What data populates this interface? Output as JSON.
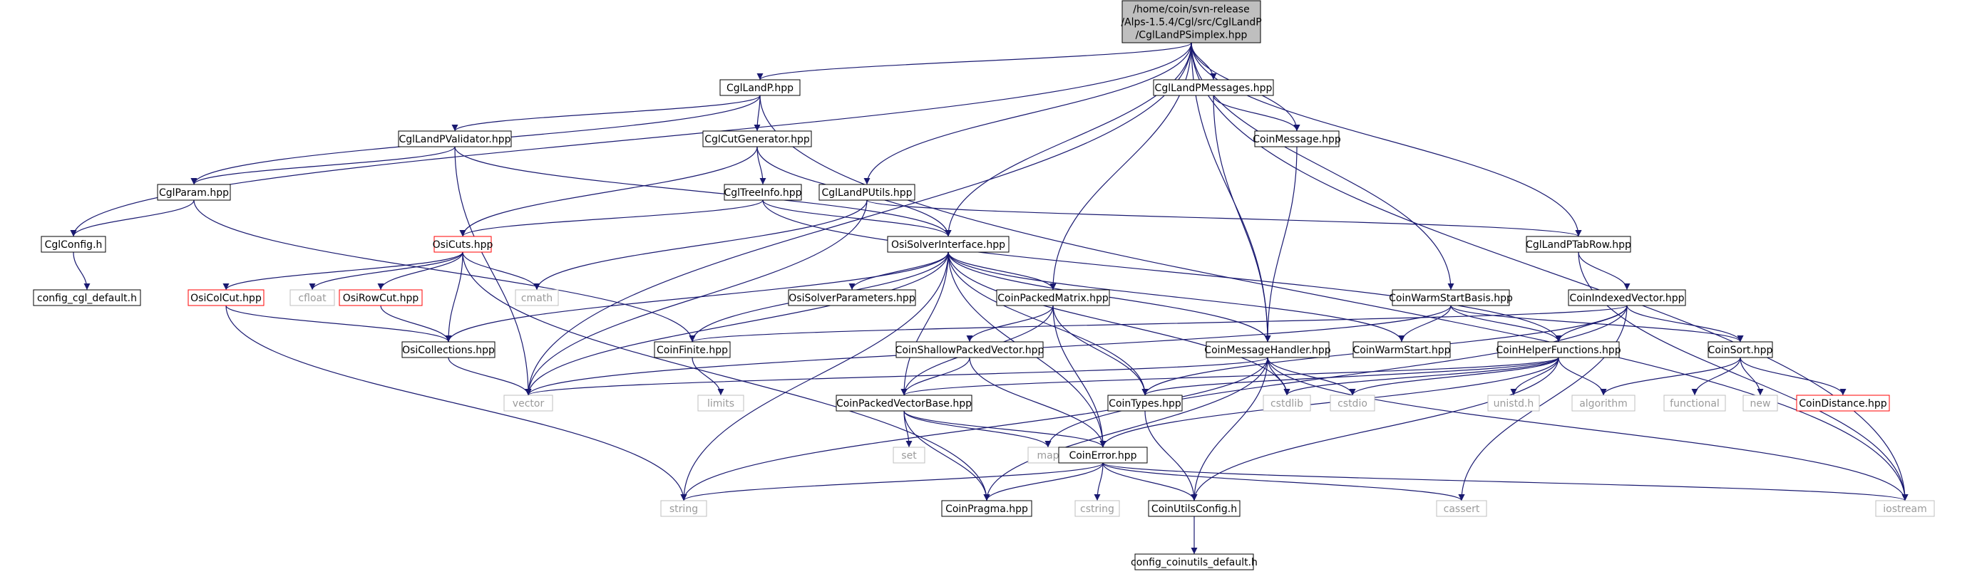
{
  "colors": {
    "edge": "#191970",
    "box_border": "#000000",
    "root_fill": "#bfbfbf",
    "missing_border": "#ff0000",
    "system_border": "#bfbfbf"
  },
  "nodes": [
    {
      "id": "root",
      "kind": "root",
      "lines": [
        "/home/coin/svn-release",
        "/Alps-1.5.4/Cgl/src/CglLandP",
        "/CglLandPSimplex.hpp"
      ]
    },
    {
      "id": "CglLandP",
      "kind": "doc",
      "lines": [
        "CglLandP.hpp"
      ]
    },
    {
      "id": "CglLandPMessages",
      "kind": "doc",
      "lines": [
        "CglLandPMessages.hpp"
      ]
    },
    {
      "id": "CglLandPValidator",
      "kind": "doc",
      "lines": [
        "CglLandPValidator.hpp"
      ]
    },
    {
      "id": "CglCutGenerator",
      "kind": "doc",
      "lines": [
        "CglCutGenerator.hpp"
      ]
    },
    {
      "id": "CoinMessage",
      "kind": "doc",
      "lines": [
        "CoinMessage.hpp"
      ]
    },
    {
      "id": "CglParam",
      "kind": "doc",
      "lines": [
        "CglParam.hpp"
      ]
    },
    {
      "id": "CglTreeInfo",
      "kind": "doc",
      "lines": [
        "CglTreeInfo.hpp"
      ]
    },
    {
      "id": "CglLandPUtils",
      "kind": "doc",
      "lines": [
        "CglLandPUtils.hpp"
      ]
    },
    {
      "id": "CglConfig",
      "kind": "doc",
      "lines": [
        "CglConfig.h"
      ]
    },
    {
      "id": "OsiCuts",
      "kind": "missing",
      "lines": [
        "OsiCuts.hpp"
      ]
    },
    {
      "id": "OsiSolverInterface",
      "kind": "doc",
      "lines": [
        "OsiSolverInterface.hpp"
      ]
    },
    {
      "id": "CglLandPTabRow",
      "kind": "doc",
      "lines": [
        "CglLandPTabRow.hpp"
      ]
    },
    {
      "id": "config_cgl_default",
      "kind": "doc",
      "lines": [
        "config_cgl_default.h"
      ]
    },
    {
      "id": "OsiColCut",
      "kind": "missing",
      "lines": [
        "OsiColCut.hpp"
      ]
    },
    {
      "id": "cfloat",
      "kind": "system",
      "lines": [
        "cfloat"
      ]
    },
    {
      "id": "OsiRowCut",
      "kind": "missing",
      "lines": [
        "OsiRowCut.hpp"
      ]
    },
    {
      "id": "cmath",
      "kind": "system",
      "lines": [
        "cmath"
      ]
    },
    {
      "id": "OsiSolverParameters",
      "kind": "doc",
      "lines": [
        "OsiSolverParameters.hpp"
      ]
    },
    {
      "id": "CoinPackedMatrix",
      "kind": "doc",
      "lines": [
        "CoinPackedMatrix.hpp"
      ]
    },
    {
      "id": "CoinWarmStartBasis",
      "kind": "doc",
      "lines": [
        "CoinWarmStartBasis.hpp"
      ]
    },
    {
      "id": "CoinIndexedVector",
      "kind": "doc",
      "lines": [
        "CoinIndexedVector.hpp"
      ]
    },
    {
      "id": "OsiCollections",
      "kind": "doc",
      "lines": [
        "OsiCollections.hpp"
      ]
    },
    {
      "id": "CoinFinite",
      "kind": "doc",
      "lines": [
        "CoinFinite.hpp"
      ]
    },
    {
      "id": "CoinShallowPackedVector",
      "kind": "doc",
      "lines": [
        "CoinShallowPackedVector.hpp"
      ]
    },
    {
      "id": "CoinMessageHandler",
      "kind": "doc",
      "lines": [
        "CoinMessageHandler.hpp"
      ]
    },
    {
      "id": "CoinWarmStart",
      "kind": "doc",
      "lines": [
        "CoinWarmStart.hpp"
      ]
    },
    {
      "id": "CoinHelperFunctions",
      "kind": "doc",
      "lines": [
        "CoinHelperFunctions.hpp"
      ]
    },
    {
      "id": "CoinSort",
      "kind": "doc",
      "lines": [
        "CoinSort.hpp"
      ]
    },
    {
      "id": "vector",
      "kind": "system",
      "lines": [
        "vector"
      ]
    },
    {
      "id": "limits",
      "kind": "system",
      "lines": [
        "limits"
      ]
    },
    {
      "id": "CoinPackedVectorBase",
      "kind": "doc",
      "lines": [
        "CoinPackedVectorBase.hpp"
      ]
    },
    {
      "id": "CoinTypes",
      "kind": "doc",
      "lines": [
        "CoinTypes.hpp"
      ]
    },
    {
      "id": "cstdlib",
      "kind": "system",
      "lines": [
        "cstdlib"
      ]
    },
    {
      "id": "cstdio",
      "kind": "system",
      "lines": [
        "cstdio"
      ]
    },
    {
      "id": "unistd",
      "kind": "system",
      "lines": [
        "unistd.h"
      ]
    },
    {
      "id": "algorithm",
      "kind": "system",
      "lines": [
        "algorithm"
      ]
    },
    {
      "id": "functional",
      "kind": "system",
      "lines": [
        "functional"
      ]
    },
    {
      "id": "new",
      "kind": "system",
      "lines": [
        "new"
      ]
    },
    {
      "id": "CoinDistance",
      "kind": "missing",
      "lines": [
        "CoinDistance.hpp"
      ]
    },
    {
      "id": "set",
      "kind": "system",
      "lines": [
        "set"
      ]
    },
    {
      "id": "map",
      "kind": "system",
      "lines": [
        "map"
      ]
    },
    {
      "id": "CoinError",
      "kind": "doc",
      "lines": [
        "CoinError.hpp"
      ]
    },
    {
      "id": "string",
      "kind": "system",
      "lines": [
        "string"
      ]
    },
    {
      "id": "CoinPragma",
      "kind": "doc",
      "lines": [
        "CoinPragma.hpp"
      ]
    },
    {
      "id": "cstring",
      "kind": "system",
      "lines": [
        "cstring"
      ]
    },
    {
      "id": "CoinUtilsConfig",
      "kind": "doc",
      "lines": [
        "CoinUtilsConfig.h"
      ]
    },
    {
      "id": "cassert",
      "kind": "system",
      "lines": [
        "cassert"
      ]
    },
    {
      "id": "iostream",
      "kind": "system",
      "lines": [
        "iostream"
      ]
    },
    {
      "id": "config_coinutils_default",
      "kind": "doc",
      "lines": [
        "config_coinutils_default.h"
      ]
    }
  ],
  "edges": [
    [
      "root",
      "CglLandP"
    ],
    [
      "root",
      "CglLandPMessages"
    ],
    [
      "root",
      "CoinMessage"
    ],
    [
      "root",
      "CglLandPUtils"
    ],
    [
      "root",
      "CglConfig"
    ],
    [
      "root",
      "OsiSolverInterface"
    ],
    [
      "root",
      "CoinPackedMatrix"
    ],
    [
      "root",
      "CoinMessageHandler"
    ],
    [
      "root",
      "CoinWarmStartBasis"
    ],
    [
      "root",
      "CglLandPTabRow"
    ],
    [
      "root",
      "vector"
    ],
    [
      "root",
      "iostream"
    ],
    [
      "CglLandP",
      "CglLandPValidator"
    ],
    [
      "CglLandP",
      "CglCutGenerator"
    ],
    [
      "CglLandP",
      "CglParam"
    ],
    [
      "CglLandP",
      "iostream"
    ],
    [
      "CglLandPValidator",
      "CglParam"
    ],
    [
      "CglLandPValidator",
      "OsiSolverInterface"
    ],
    [
      "CglLandPValidator",
      "vector"
    ],
    [
      "CglCutGenerator",
      "CglTreeInfo"
    ],
    [
      "CglCutGenerator",
      "OsiCuts"
    ],
    [
      "CglCutGenerator",
      "OsiSolverInterface"
    ],
    [
      "CglLandPMessages",
      "CoinMessage"
    ],
    [
      "CglLandPMessages",
      "CoinMessageHandler"
    ],
    [
      "CoinMessage",
      "CoinMessageHandler"
    ],
    [
      "CglParam",
      "CglConfig"
    ],
    [
      "CglParam",
      "CoinFinite"
    ],
    [
      "CglTreeInfo",
      "OsiCuts"
    ],
    [
      "CglTreeInfo",
      "OsiSolverInterface"
    ],
    [
      "CglTreeInfo",
      "CoinHelperFunctions"
    ],
    [
      "CglLandPUtils",
      "cmath"
    ],
    [
      "CglLandPUtils",
      "vector"
    ],
    [
      "CglLandPUtils",
      "CglLandPTabRow"
    ],
    [
      "CglConfig",
      "config_cgl_default"
    ],
    [
      "OsiCuts",
      "OsiColCut"
    ],
    [
      "OsiCuts",
      "cfloat"
    ],
    [
      "OsiCuts",
      "OsiRowCut"
    ],
    [
      "OsiCuts",
      "cmath"
    ],
    [
      "OsiCuts",
      "OsiCollections"
    ],
    [
      "OsiCuts",
      "CoinPragma"
    ],
    [
      "OsiColCut",
      "OsiCollections"
    ],
    [
      "OsiColCut",
      "string"
    ],
    [
      "OsiRowCut",
      "OsiCollections"
    ],
    [
      "OsiSolverInterface",
      "OsiCollections"
    ],
    [
      "OsiSolverInterface",
      "OsiSolverParameters"
    ],
    [
      "OsiSolverInterface",
      "CoinPackedMatrix"
    ],
    [
      "OsiSolverInterface",
      "CoinMessageHandler"
    ],
    [
      "OsiSolverInterface",
      "CoinWarmStart"
    ],
    [
      "OsiSolverInterface",
      "CoinFinite"
    ],
    [
      "OsiSolverInterface",
      "CoinPackedVectorBase"
    ],
    [
      "OsiSolverInterface",
      "CoinTypes"
    ],
    [
      "OsiSolverInterface",
      "cstdlib"
    ],
    [
      "OsiSolverInterface",
      "vector"
    ],
    [
      "OsiSolverInterface",
      "string"
    ],
    [
      "OsiSolverInterface",
      "CoinError"
    ],
    [
      "CglLandPTabRow",
      "CoinIndexedVector"
    ],
    [
      "CglLandPTabRow",
      "iostream"
    ],
    [
      "CoinPackedMatrix",
      "CoinShallowPackedVector"
    ],
    [
      "CoinPackedMatrix",
      "CoinPackedVectorBase"
    ],
    [
      "CoinPackedMatrix",
      "CoinError"
    ],
    [
      "CoinPackedMatrix",
      "CoinTypes"
    ],
    [
      "CoinWarmStartBasis",
      "CoinWarmStart"
    ],
    [
      "CoinWarmStartBasis",
      "CoinHelperFunctions"
    ],
    [
      "CoinWarmStartBasis",
      "CoinSort"
    ],
    [
      "CoinWarmStartBasis",
      "vector"
    ],
    [
      "CoinIndexedVector",
      "CoinFinite"
    ],
    [
      "CoinIndexedVector",
      "CoinHelperFunctions"
    ],
    [
      "CoinIndexedVector",
      "CoinSort"
    ],
    [
      "CoinIndexedVector",
      "CoinTypes"
    ],
    [
      "CoinIndexedVector",
      "map"
    ],
    [
      "CoinIndexedVector",
      "cassert"
    ],
    [
      "OsiCollections",
      "vector"
    ],
    [
      "CoinFinite",
      "limits"
    ],
    [
      "CoinShallowPackedVector",
      "CoinPackedVectorBase"
    ],
    [
      "CoinShallowPackedVector",
      "CoinError"
    ],
    [
      "CoinMessageHandler",
      "vector"
    ],
    [
      "CoinMessageHandler",
      "cstdio"
    ],
    [
      "CoinMessageHandler",
      "cstdlib"
    ],
    [
      "CoinMessageHandler",
      "CoinUtilsConfig"
    ],
    [
      "CoinMessageHandler",
      "CoinPragma"
    ],
    [
      "CoinMessageHandler",
      "string"
    ],
    [
      "CoinMessageHandler",
      "iostream"
    ],
    [
      "CoinHelperFunctions",
      "CoinPackedVectorBase"
    ],
    [
      "CoinHelperFunctions",
      "cstdlib"
    ],
    [
      "CoinHelperFunctions",
      "cstdio"
    ],
    [
      "CoinHelperFunctions",
      "unistd"
    ],
    [
      "CoinHelperFunctions",
      "algorithm"
    ],
    [
      "CoinHelperFunctions",
      "CoinError"
    ],
    [
      "CoinHelperFunctions",
      "CoinTypes"
    ],
    [
      "CoinHelperFunctions",
      "CoinUtilsConfig"
    ],
    [
      "CoinSort",
      "algorithm"
    ],
    [
      "CoinSort",
      "functional"
    ],
    [
      "CoinSort",
      "new"
    ],
    [
      "CoinSort",
      "CoinDistance"
    ],
    [
      "CoinPackedVectorBase",
      "set"
    ],
    [
      "CoinPackedVectorBase",
      "map"
    ],
    [
      "CoinPackedVectorBase",
      "CoinError"
    ],
    [
      "CoinPackedVectorBase",
      "CoinPragma"
    ],
    [
      "CoinTypes",
      "CoinUtilsConfig"
    ],
    [
      "CoinError",
      "string"
    ],
    [
      "CoinError",
      "CoinPragma"
    ],
    [
      "CoinError",
      "cstring"
    ],
    [
      "CoinError",
      "CoinUtilsConfig"
    ],
    [
      "CoinError",
      "cassert"
    ],
    [
      "CoinError",
      "iostream"
    ],
    [
      "CoinUtilsConfig",
      "config_coinutils_default"
    ]
  ]
}
